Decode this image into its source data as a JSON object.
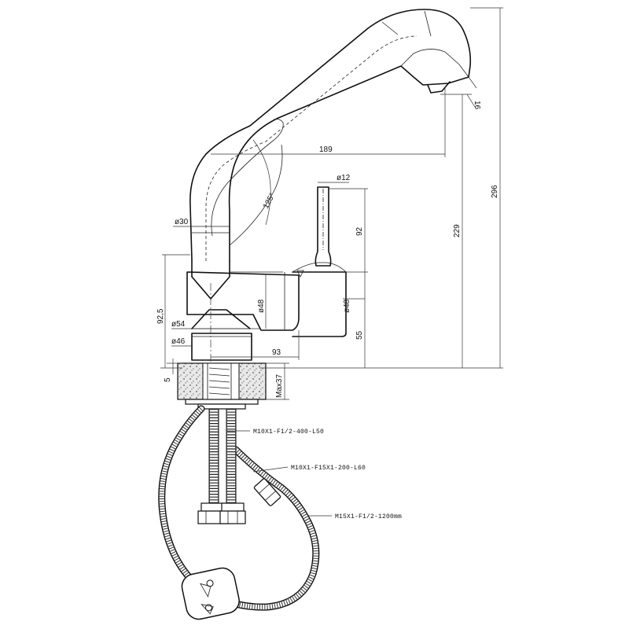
{
  "dimensions": {
    "d30": "ø30",
    "angle": "125°",
    "reach": "189",
    "d12": "ø12",
    "h92": "92",
    "d48_body": "ø48",
    "d48_handle": "ø48",
    "h92_5": "92,5",
    "d54": "ø54",
    "d46": "ø46",
    "w93": "93",
    "h55": "55",
    "h229": "229",
    "h296": "296",
    "d16": "16",
    "h5": "5",
    "max37": "Max37"
  },
  "hose_labels": {
    "hose1": "M10X1-F1/2-400-L50",
    "hose2": "M10X1-F15X1-200-L60",
    "hose3": "M15X1-F1/2-1200mm"
  }
}
